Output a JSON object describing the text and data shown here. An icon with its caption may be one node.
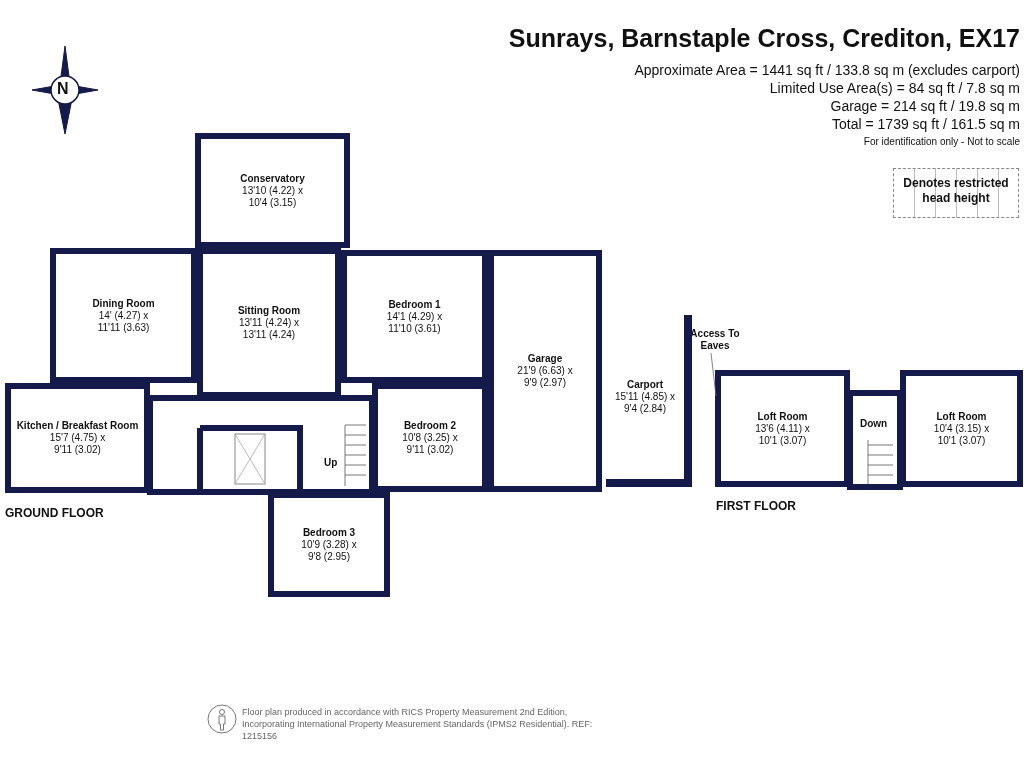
{
  "diagram": {
    "title": "Sunrays, Barnstaple Cross, Crediton, EX17",
    "nodes": [
      {
        "text": [
          "Conservatory",
          "13'10 (4.22) x 10'4 (3.15)"
        ]
      },
      {
        "text": [
          "Dining Room",
          "14' (4.27) x 11'11 (3.63)"
        ]
      },
      {
        "text": [
          "Sitting Room",
          "13'11 (4.24) x 13'11 (4.24)"
        ]
      },
      {
        "text": [
          "Bedroom 1",
          "14'1 (4.29) x 11'10 (3.61)"
        ]
      },
      {
        "text": [
          "Access To Eaves"
        ]
      },
      {
        "text": [
          "Garage",
          "21'9 (6.63) x 9'9 (2.97)"
        ]
      },
      {
        "text": [
          "Carport",
          "15'11 (4.85) x 9'4 (2.84)"
        ]
      },
      {
        "text": [
          "Kitchen / Breakfast Room",
          "15'7 (4.75) x 9'11 (3.02)"
        ]
      },
      {
        "text": [
          "Bedroom 2",
          "10'8 (3.25) x 9'11 (3.02)"
        ]
      },
      {
        "text": [
          "Loft Room",
          "13'6 (4.11) x 10'1 (3.07)"
        ]
      },
      {
        "text": [
          "Loft Room",
          "10'4 (3.15) x 10'1 (3.07)"
        ]
      },
      {
        "text": [
          "Bedroom 3",
          "10'9 (3.28) x 9'8 (2.95)"
        ]
      }
    ],
    "edges": [
      {
        "from": 4,
        "to": 9,
        "arrow": "none"
      }
    ],
    "labels": [
      "N",
      "Approximate Area = 1441 sq ft / 133.8 sq m (excludes carport)",
      "Limited Use Area(s) = 84 sq ft / 7.8 sq m",
      "Garage = 214 sq ft / 19.8 sq m",
      "Total = 1739 sq ft / 161.5 sq m",
      "For identification only - Not to scale",
      "Up",
      "GROUND FLOOR",
      "Down",
      "FIRST FLOOR",
      "Floor plan produced in accordance with RICS Property Measurement 2nd Edition, Incorporating International Property Measurement Standards (IPMS2 Residential). REF: 1215156"
    ],
    "legend": [
      {
        "text": "Denotes restricted head height"
      }
    ]
  }
}
